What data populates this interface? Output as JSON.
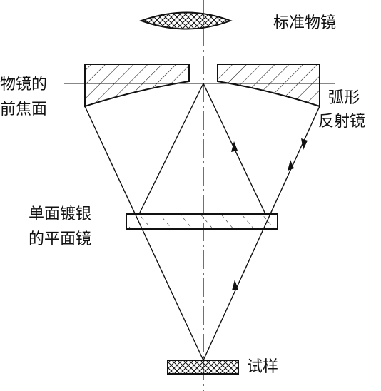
{
  "labels": {
    "objective": "标准物镜",
    "focal_plane_line1": "物镜的",
    "focal_plane_line2": "前焦面",
    "arc_mirror_line1": "弧形",
    "arc_mirror_line2": "反射镜",
    "flat_mirror_line1": "单面镀银",
    "flat_mirror_line2": "的平面镜",
    "sample": "试样"
  },
  "colors": {
    "ink": "#111111",
    "background": "#ffffff"
  }
}
